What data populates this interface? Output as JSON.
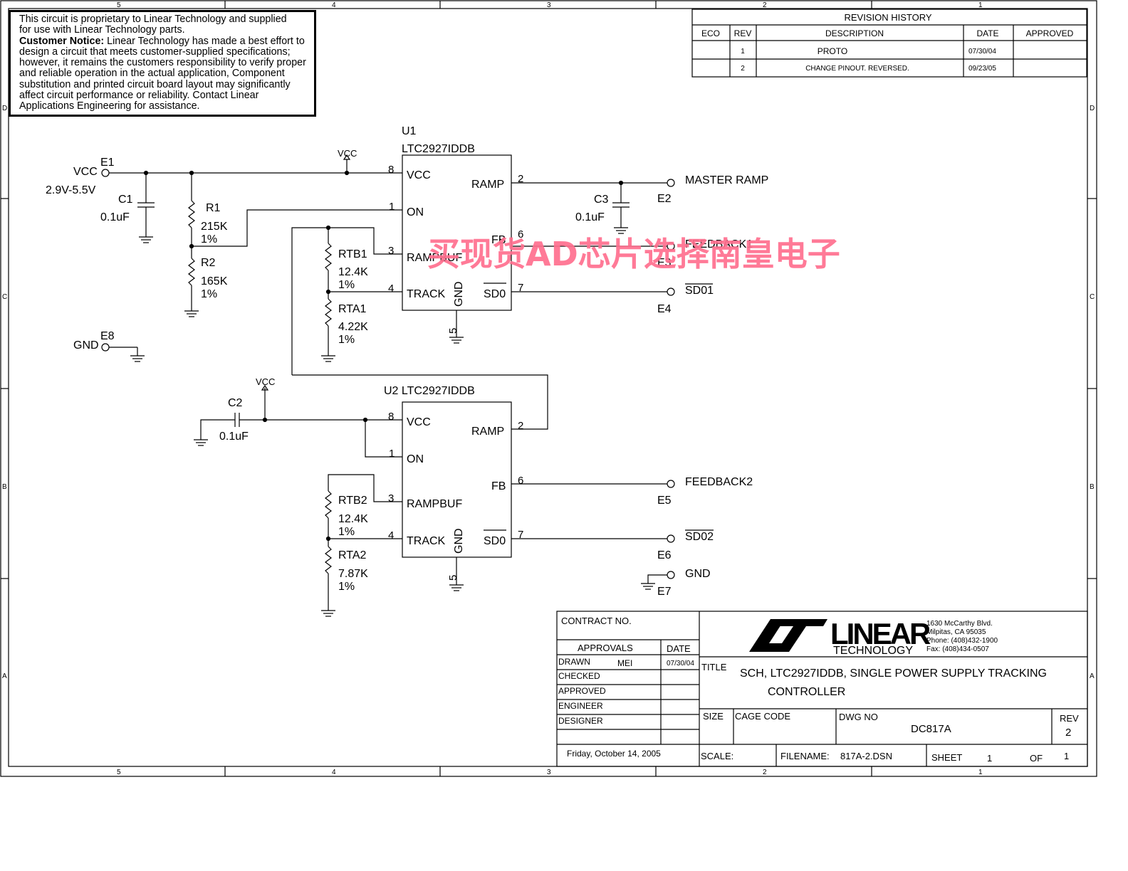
{
  "notice": {
    "line1": "This circuit is proprietary to Linear Technology and supplied",
    "line2": "for use with Linear Technology parts.",
    "bold_label": "Customer Notice:",
    "bold_rest": " Linear Technology has made a best effort to",
    "line4": "design a circuit that meets customer-supplied specifications;",
    "line5": "however, it remains the customers responsibility to verify proper",
    "line6": "and reliable operation in the actual application, Component",
    "line7": "substitution and printed circuit board layout may significantly",
    "line8": "affect circuit performance or reliability. Contact Linear",
    "line9": "Applications Engineering for assistance."
  },
  "border": {
    "cols_top": [
      "5",
      "4",
      "3",
      "2",
      "1"
    ],
    "rows_side": [
      "D",
      "C",
      "B",
      "A"
    ]
  },
  "revision": {
    "title": "REVISION HISTORY",
    "headers": [
      "ECO",
      "REV",
      "DESCRIPTION",
      "DATE",
      "APPROVED"
    ],
    "rows": [
      {
        "eco": "",
        "rev": "1",
        "desc": "PROTO",
        "date": "07/30/04",
        "approved": ""
      },
      {
        "eco": "",
        "rev": "2",
        "desc": "CHANGE PINOUT. REVERSED.",
        "date": "09/23/05",
        "approved": ""
      }
    ]
  },
  "circuit": {
    "u1_ref": "U1",
    "u1_part": "LTC2927IDDB",
    "u2_ref_part": "U2 LTC2927IDDB",
    "pin_vcc": "VCC",
    "pin_on": "ON",
    "pin_rampbuf": "RAMPBUF",
    "pin_track": "TRACK",
    "pin_ramp": "RAMP",
    "pin_fb": "FB",
    "pin_sdo": "SD0",
    "pin_gnd": "GND",
    "pin8": "8",
    "pin1": "1",
    "pin3": "3",
    "pin4": "4",
    "pin2": "2",
    "pin6": "6",
    "pin7": "7",
    "pin5": "5",
    "vcc_label": "VCC",
    "vcc_range": "2.9V-5.5V",
    "e1": "E1",
    "e2": "E2",
    "e3": "E3",
    "e4": "E4",
    "e5": "E5",
    "e6": "E6",
    "e7": "E7",
    "e8": "E8",
    "gnd_label": "GND",
    "c1": "C1",
    "c1_val": "0.1uF",
    "c2": "C2",
    "c2_val": "0.1uF",
    "c3": "C3",
    "c3_val": "0.1uF",
    "r1": "R1",
    "r1_val": "215K",
    "r1_tol": "1%",
    "r2": "R2",
    "r2_val": "165K",
    "r2_tol": "1%",
    "rtb1": "RTB1",
    "rtb1_val": "12.4K",
    "rtb1_tol": "1%",
    "rta1": "RTA1",
    "rta1_val": "4.22K",
    "rta1_tol": "1%",
    "rtb2": "RTB2",
    "rtb2_val": "12.4K",
    "rtb2_tol": "1%",
    "rta2": "RTA2",
    "rta2_val": "7.87K",
    "rta2_tol": "1%",
    "master_ramp": "MASTER RAMP",
    "feedback1": "FEEDBACK1",
    "feedback2": "FEEDBACK2",
    "sd01": "SD01",
    "sd02": "SD02",
    "gnd_out": "GND"
  },
  "watermark": "买现货AD芯片选择南皇电子",
  "titleblock": {
    "contract": "CONTRACT NO.",
    "approvals": "APPROVALS",
    "date_hdr": "DATE",
    "drawn": "DRAWN",
    "drawn_by": "MEI",
    "drawn_date": "07/30/04",
    "checked": "CHECKED",
    "approved": "APPROVED",
    "engineer": "ENGINEER",
    "designer": "DESIGNER",
    "print_date": "Friday, October 14, 2005",
    "logo_word": "LINEAR",
    "logo_sub": "TECHNOLOGY",
    "addr1": "1630 McCarthy Blvd.",
    "addr2": "Milpitas, CA 95035",
    "addr3": "Phone: (408)432-1900",
    "addr4": "Fax: (408)434-0507",
    "title_label": "TITLE",
    "title1": "SCH, LTC2927IDDB, SINGLE POWER SUPPLY TRACKING",
    "title2": "CONTROLLER",
    "size_label": "SIZE",
    "cage_label": "CAGE CODE",
    "dwg_label": "DWG NO",
    "dwg_no": "DC817A",
    "rev_label": "REV",
    "rev": "2",
    "scale_label": "SCALE:",
    "filename_label": "FILENAME:",
    "filename": "817A-2.DSN",
    "sheet_label": "SHEET",
    "sheet": "1",
    "of_label": "OF",
    "of": "1"
  }
}
